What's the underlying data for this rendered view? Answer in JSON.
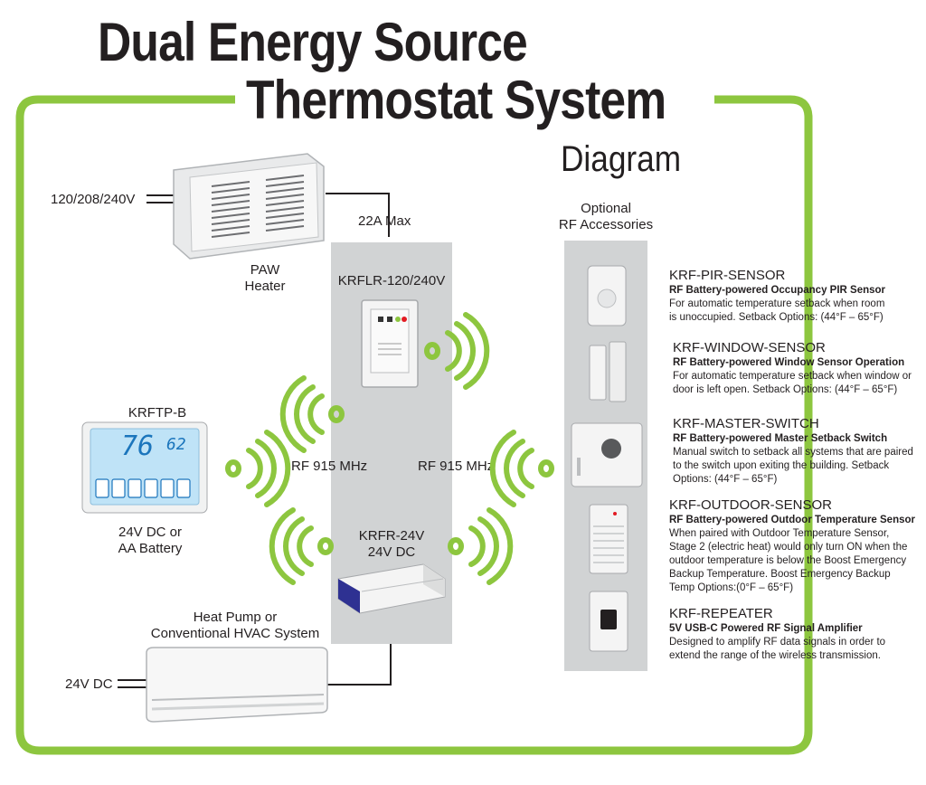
{
  "title": {
    "line1": "Dual Energy Source",
    "line2": "Thermostat System"
  },
  "subtitle": "Diagram",
  "colors": {
    "frame_green": "#8dc63f",
    "panel_gray": "#d1d3d4",
    "signal_green": "#8dc63f",
    "thermostat_blue": "#bfe3f7"
  },
  "heater": {
    "voltage_label": "120/208/240V",
    "name_line1": "PAW",
    "name_line2": "Heater",
    "max_label": "22A Max"
  },
  "receiver_top": {
    "model": "KRFLR-120/240V"
  },
  "thermostat": {
    "model": "KRFTP-B",
    "power_line1": "24V DC or",
    "power_line2": "AA Battery",
    "display_temp": "76",
    "display_setpoint": "62"
  },
  "rf": {
    "left": "RF 915 MHz",
    "right": "RF 915 MHz"
  },
  "receiver_bottom": {
    "model": "KRFR-24V",
    "voltage": "24V DC"
  },
  "hvac": {
    "name_line1": "Heat Pump or",
    "name_line2": "Conventional HVAC System",
    "voltage_label": "24V DC"
  },
  "accessories_header": {
    "line1": "Optional",
    "line2": "RF Accessories"
  },
  "accessories": [
    {
      "code": "KRF-PIR-SENSOR",
      "subtitle": "RF Battery-powered Occupancy PIR Sensor",
      "desc": "For automatic temperature setback when room is unoccupied. Setback Options: (44°F – 65°F)"
    },
    {
      "code": "KRF-WINDOW-SENSOR",
      "subtitle": "RF Battery-powered Window Sensor Operation",
      "desc": "For automatic temperature setback when window or door is left open. Setback Options: (44°F – 65°F)"
    },
    {
      "code": "KRF-MASTER-SWITCH",
      "subtitle": "RF Battery-powered Master Setback Switch",
      "desc": "Manual switch to setback all systems that are paired to the switch upon exiting the building. Setback Options: (44°F – 65°F)"
    },
    {
      "code": "KRF-OUTDOOR-SENSOR",
      "subtitle": "RF Battery-powered Outdoor Temperature Sensor",
      "desc": "When paired with Outdoor Temperature Sensor, Stage 2 (electric heat) would only turn ON when the outdoor temperature is below the Boost Emergency Backup Temperature. Boost Emergency Backup Temp Options:(0°F – 65°F)"
    },
    {
      "code": "KRF-REPEATER",
      "subtitle": "5V USB-C Powered RF Signal Amplifier",
      "desc": "Designed to amplify RF data signals in order to extend the range of the wireless transmission."
    }
  ]
}
